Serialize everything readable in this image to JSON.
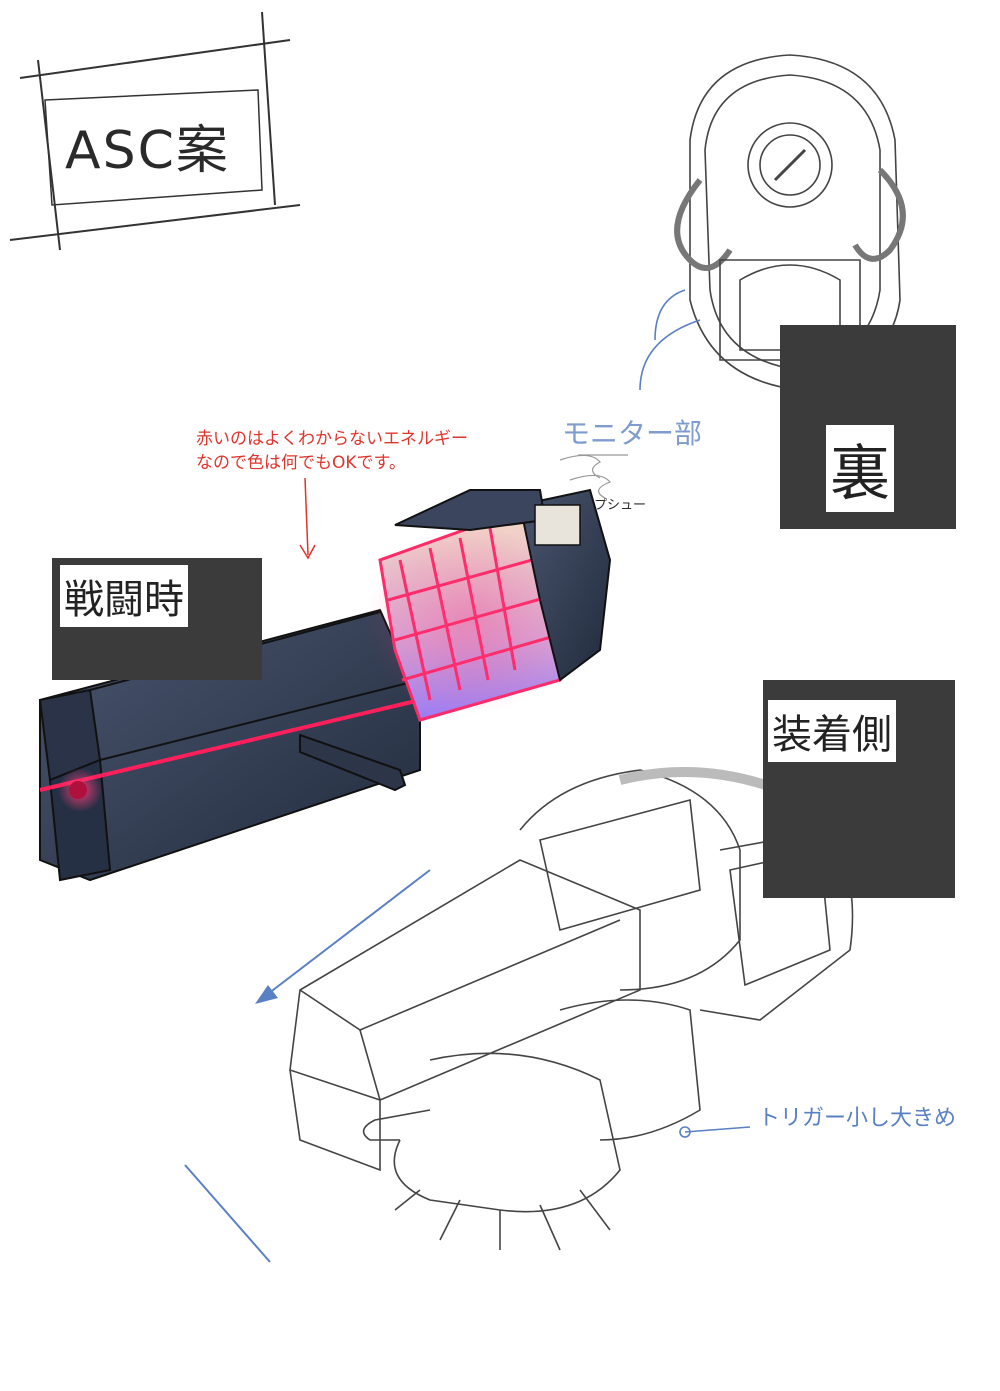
{
  "title": "ASC案",
  "labels": {
    "battle": "戦闘時",
    "back": "裏",
    "wearing_side": "装着側"
  },
  "notes": {
    "energy_line1": "赤いのはよくわからないエネルギー",
    "energy_line2": "なので色は何でもOKです。",
    "monitor": "モニター部",
    "pshu": "プシュー",
    "trigger": "トリガー小し大きめ"
  },
  "colors": {
    "label_box": "#3b3b3b",
    "red_note": "#e0342c",
    "blue_note": "#5a80c4",
    "device_body": "#2f3a4f",
    "energy": "#ff2a6a"
  }
}
